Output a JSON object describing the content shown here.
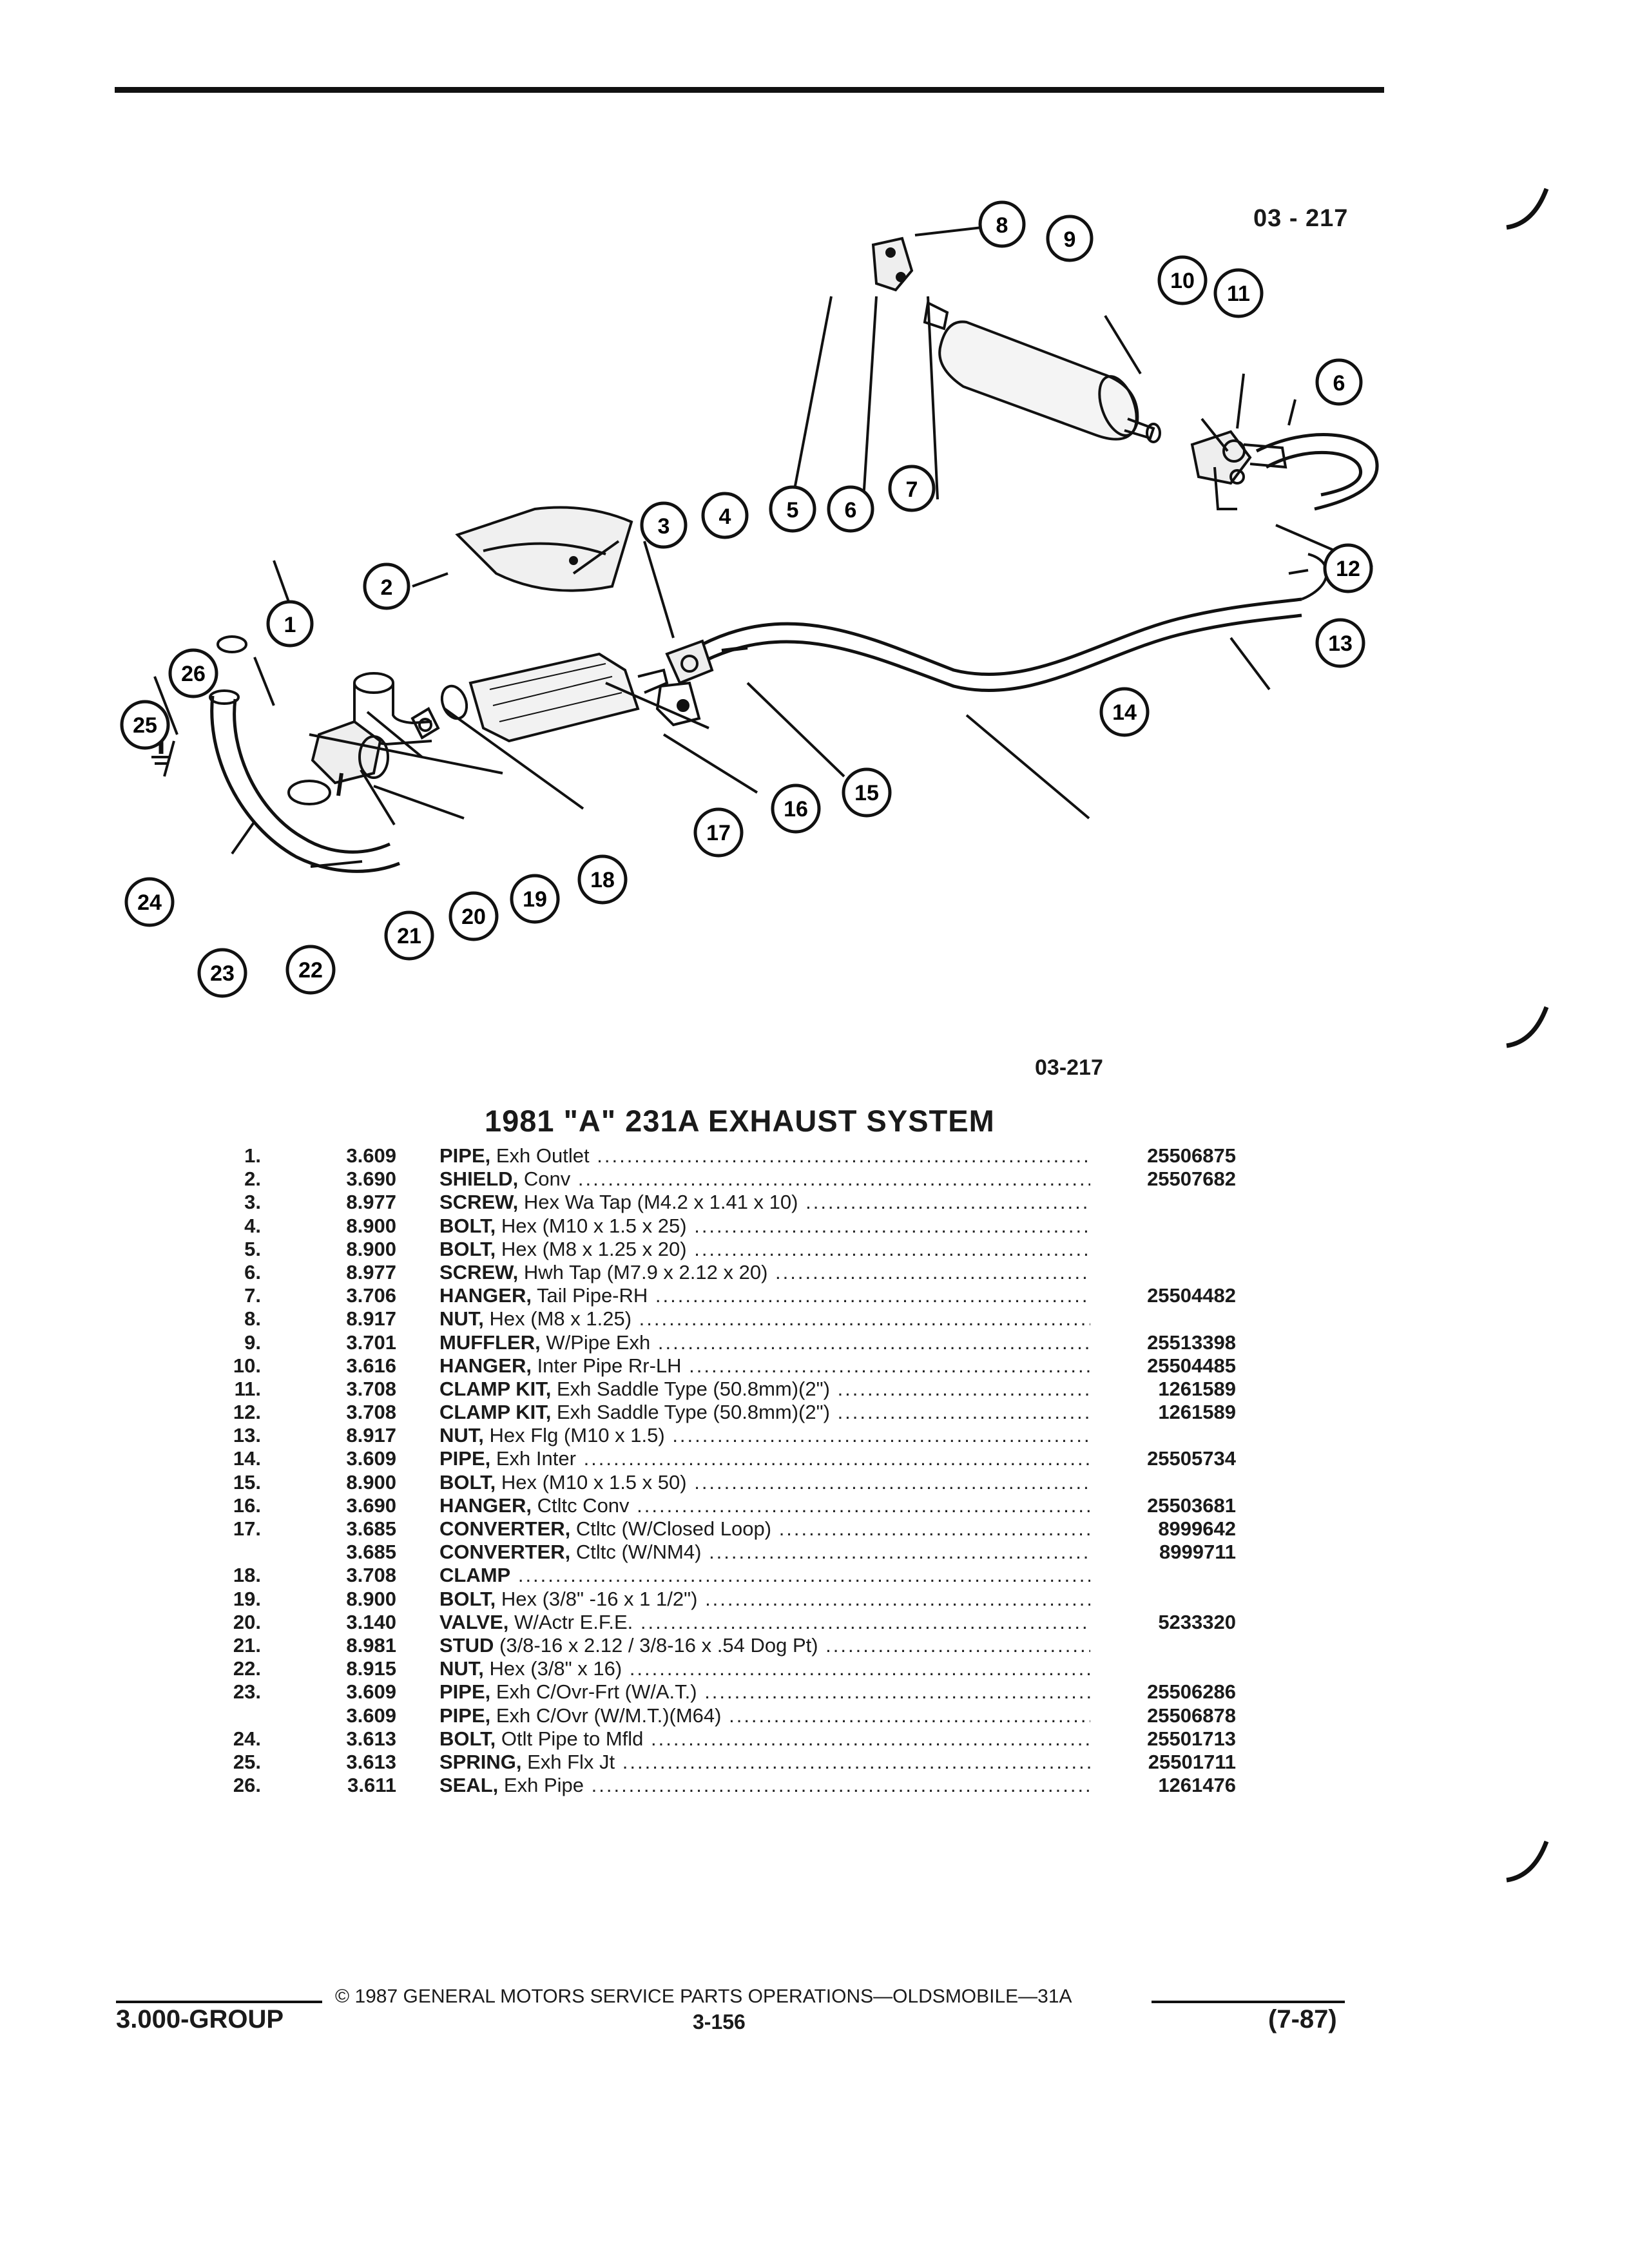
{
  "figure_code_top": "03 - 217",
  "figure_code_bottom": "03-217",
  "title": "1981 \"A\" 231A EXHAUST SYSTEM",
  "callouts": [
    "1",
    "2",
    "3",
    "4",
    "5",
    "6",
    "7",
    "8",
    "9",
    "10",
    "11",
    "12",
    "13",
    "14",
    "15",
    "16",
    "17",
    "18",
    "19",
    "20",
    "21",
    "22",
    "23",
    "24",
    "25",
    "26"
  ],
  "parts": [
    {
      "no": "1.",
      "group": "3.609",
      "name": "PIPE,",
      "detail": " Exh Outlet",
      "part": "25506875"
    },
    {
      "no": "2.",
      "group": "3.690",
      "name": "SHIELD,",
      "detail": " Conv",
      "part": "25507682"
    },
    {
      "no": "3.",
      "group": "8.977",
      "name": "SCREW,",
      "detail": " Hex Wa Tap (M4.2 x 1.41 x 10)",
      "part": ""
    },
    {
      "no": "4.",
      "group": "8.900",
      "name": "BOLT,",
      "detail": " Hex (M10 x 1.5 x 25)",
      "part": ""
    },
    {
      "no": "5.",
      "group": "8.900",
      "name": "BOLT,",
      "detail": " Hex (M8 x 1.25 x 20)",
      "part": ""
    },
    {
      "no": "6.",
      "group": "8.977",
      "name": "SCREW,",
      "detail": " Hwh Tap (M7.9 x 2.12 x 20)",
      "part": ""
    },
    {
      "no": "7.",
      "group": "3.706",
      "name": "HANGER,",
      "detail": " Tail Pipe-RH",
      "part": "25504482"
    },
    {
      "no": "8.",
      "group": "8.917",
      "name": "NUT,",
      "detail": " Hex (M8 x 1.25)",
      "part": ""
    },
    {
      "no": "9.",
      "group": "3.701",
      "name": "MUFFLER,",
      "detail": " W/Pipe Exh",
      "part": "25513398"
    },
    {
      "no": "10.",
      "group": "3.616",
      "name": "HANGER,",
      "detail": " Inter Pipe Rr-LH",
      "part": "25504485"
    },
    {
      "no": "11.",
      "group": "3.708",
      "name": "CLAMP KIT,",
      "detail": " Exh Saddle Type (50.8mm)(2\")",
      "part": "1261589"
    },
    {
      "no": "12.",
      "group": "3.708",
      "name": "CLAMP KIT,",
      "detail": " Exh Saddle Type (50.8mm)(2\")",
      "part": "1261589"
    },
    {
      "no": "13.",
      "group": "8.917",
      "name": "NUT,",
      "detail": " Hex Flg (M10 x 1.5)",
      "part": ""
    },
    {
      "no": "14.",
      "group": "3.609",
      "name": "PIPE,",
      "detail": " Exh Inter",
      "part": "25505734"
    },
    {
      "no": "15.",
      "group": "8.900",
      "name": "BOLT,",
      "detail": " Hex (M10 x 1.5 x 50)",
      "part": ""
    },
    {
      "no": "16.",
      "group": "3.690",
      "name": "HANGER,",
      "detail": " Ctltc Conv",
      "part": "25503681"
    },
    {
      "no": "17.",
      "group": "3.685",
      "name": "CONVERTER,",
      "detail": " Ctltc (W/Closed Loop)",
      "part": "8999642"
    },
    {
      "no": "",
      "group": "3.685",
      "name": "CONVERTER,",
      "detail": " Ctltc (W/NM4)",
      "part": "8999711"
    },
    {
      "no": "18.",
      "group": "3.708",
      "name": "CLAMP",
      "detail": "",
      "part": ""
    },
    {
      "no": "19.",
      "group": "8.900",
      "name": "BOLT,",
      "detail": " Hex (3/8\" -16 x 1 1/2\")",
      "part": ""
    },
    {
      "no": "20.",
      "group": "3.140",
      "name": "VALVE,",
      "detail": " W/Actr E.F.E.",
      "part": "5233320"
    },
    {
      "no": "21.",
      "group": "8.981",
      "name": "STUD",
      "detail": " (3/8-16 x 2.12 / 3/8-16 x .54 Dog Pt)",
      "part": ""
    },
    {
      "no": "22.",
      "group": "8.915",
      "name": "NUT,",
      "detail": " Hex (3/8\" x 16)",
      "part": ""
    },
    {
      "no": "23.",
      "group": "3.609",
      "name": "PIPE,",
      "detail": " Exh C/Ovr-Frt (W/A.T.)",
      "part": "25506286"
    },
    {
      "no": "",
      "group": "3.609",
      "name": "PIPE,",
      "detail": " Exh C/Ovr (W/M.T.)(M64)",
      "part": "25506878"
    },
    {
      "no": "24.",
      "group": "3.613",
      "name": "BOLT,",
      "detail": " Otlt Pipe to Mfld",
      "part": "25501713"
    },
    {
      "no": "25.",
      "group": "3.613",
      "name": "SPRING,",
      "detail": " Exh Flx Jt",
      "part": "25501711"
    },
    {
      "no": "26.",
      "group": "3.611",
      "name": "SEAL,",
      "detail": " Exh Pipe",
      "part": "1261476"
    }
  ],
  "footer": {
    "copyright": "© 1987 GENERAL MOTORS SERVICE PARTS OPERATIONS—OLDSMOBILE—31A",
    "group_label": "3.000-GROUP",
    "page_number": "3-156",
    "date_code": "(7-87)"
  }
}
